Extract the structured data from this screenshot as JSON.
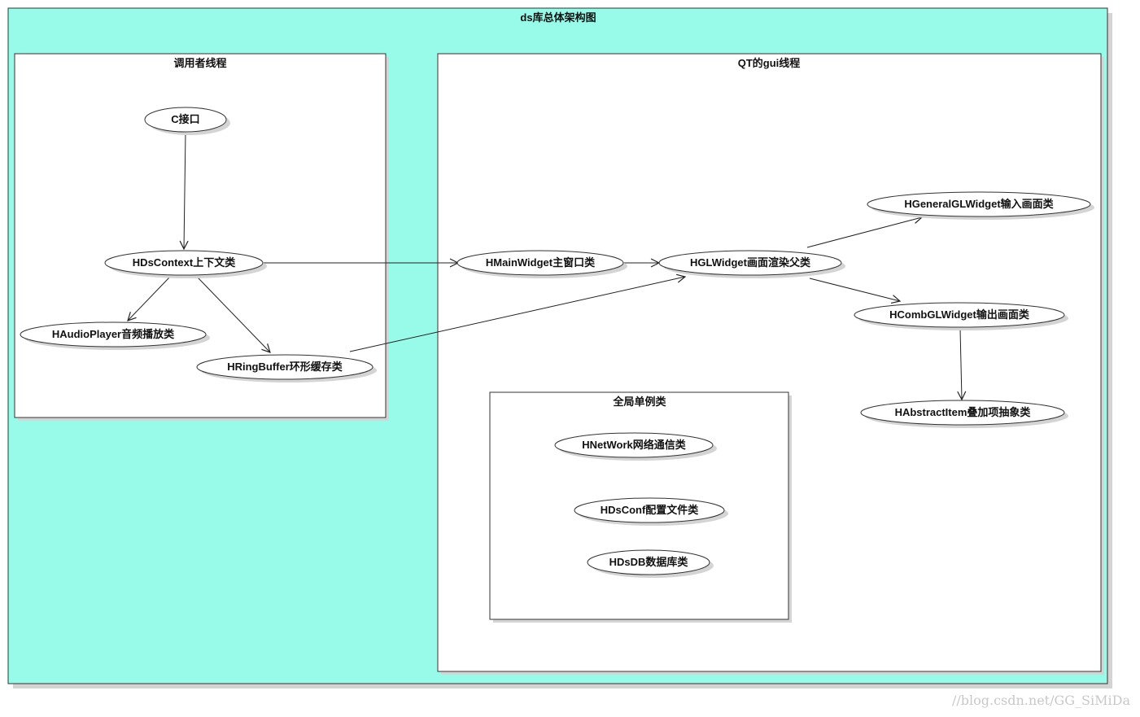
{
  "diagram": {
    "title": "ds库总体架构图",
    "colors": {
      "background": "#98fbe9",
      "panel": "#ffffff",
      "border": "#333333",
      "line": "#222222",
      "shadow": "#d4d4d4"
    },
    "groups": {
      "caller": "调用者线程",
      "gui": "QT的gui线程",
      "singleton": "全局单例类"
    },
    "nodes": {
      "c_api": "C接口",
      "ds_context": "HDsContext上下文类",
      "audio_player": "HAudioPlayer音频播放类",
      "ring_buffer": "HRingBuffer环形缓存类",
      "main_widget": "HMainWidget主窗口类",
      "gl_widget": "HGLWidget画面渲染父类",
      "general_gl_widget": "HGeneralGLWidget输入画面类",
      "comb_gl_widget": "HCombGLWidget输出画面类",
      "abstract_item": "HAbstractItem叠加项抽象类",
      "network": "HNetWork网络通信类",
      "ds_conf": "HDsConf配置文件类",
      "ds_db": "HDsDB数据库类"
    },
    "watermark": "//blog.csdn.net/GG_SiMiDa"
  }
}
